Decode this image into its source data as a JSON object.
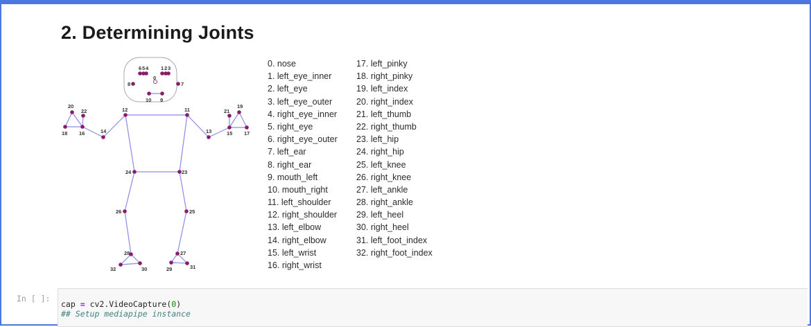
{
  "markdown_cell": {
    "heading": "2. Determining Joints",
    "joints_col1": [
      "0. nose",
      "1. left_eye_inner",
      "2. left_eye",
      "3. left_eye_outer",
      "4. right_eye_inner",
      "5. right_eye",
      "6. right_eye_outer",
      "7. left_ear",
      "8. right_ear",
      "9. mouth_left",
      "10. mouth_right",
      "11. left_shoulder",
      "12. right_shoulder",
      "13. left_elbow",
      "14. right_elbow",
      "15. left_wrist",
      "16. right_wrist"
    ],
    "joints_col2": [
      "17. left_pinky",
      "18. right_pinky",
      "19. left_index",
      "20. right_index",
      "21. left_thumb",
      "22. right_thumb",
      "23. left_hip",
      "24. right_hip",
      "25. left_knee",
      "26. right_knee",
      "27. left_ankle",
      "28. right_ankle",
      "29. left_heel",
      "30. right_heel",
      "31. left_foot_index",
      "32. right_foot_index"
    ],
    "figure_labels": {
      "n0": "0",
      "n1": "1",
      "n2": "2",
      "n3": "3",
      "n4": "4",
      "n5": "5",
      "n6": "6",
      "n7": "7",
      "n8": "8",
      "n9": "9",
      "n10": "10",
      "n11": "11",
      "n12": "12",
      "n13": "13",
      "n14": "14",
      "n15": "15",
      "n16": "16",
      "n17": "17",
      "n18": "18",
      "n19": "19",
      "n20": "20",
      "n21": "21",
      "n22": "22",
      "n23": "23",
      "n24": "24",
      "n25": "25",
      "n26": "26",
      "n27": "27",
      "n28": "28",
      "n29": "29",
      "n30": "30",
      "n31": "31",
      "n32": "32"
    }
  },
  "code_cell": {
    "prompt": "In [ ]:",
    "line1": {
      "var": "cap ",
      "op": "=",
      "call": " cv2.VideoCapture(",
      "arg": "0",
      "close": ")"
    },
    "line2": "## Setup mediapipe instance"
  },
  "colors": {
    "frame_border": "#4a77e0",
    "joint": "#8b1a6b",
    "bone": "#8a8ae8"
  }
}
